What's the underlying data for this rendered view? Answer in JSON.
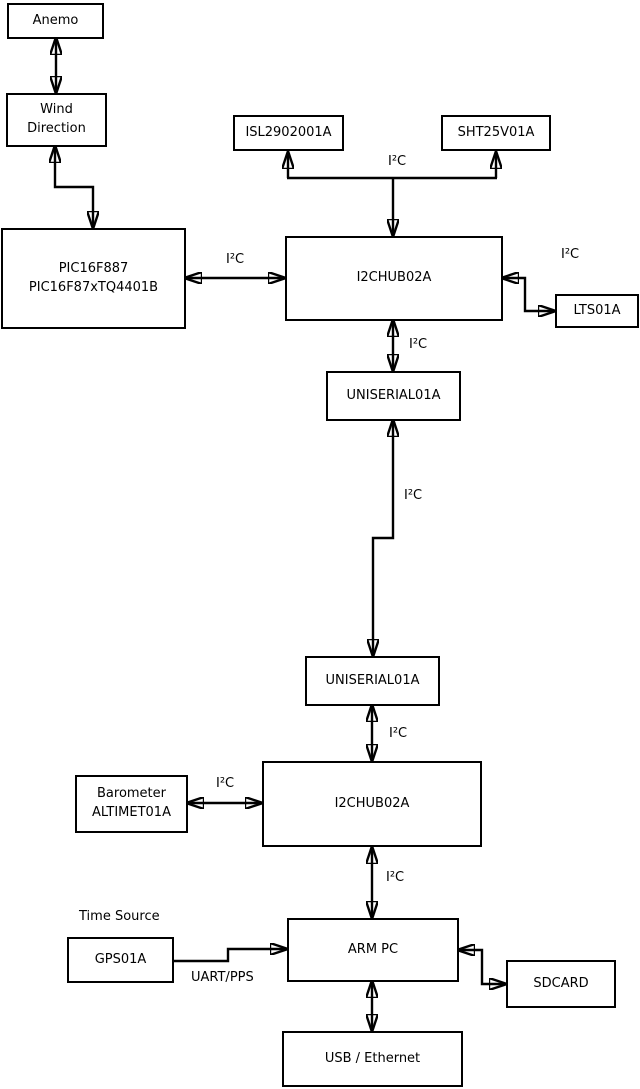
{
  "diagram": {
    "background": "#ffffff",
    "stroke_color": "#000000",
    "nodes": {
      "anemo": {
        "label": "Anemo"
      },
      "wind_direction": {
        "line1": "Wind",
        "line2": "Direction"
      },
      "pic": {
        "line1": "PIC16F887",
        "line2": "PIC16F87xTQ4401B"
      },
      "isl": {
        "label": "ISL2902001A"
      },
      "sht": {
        "label": "SHT25V01A"
      },
      "i2c_hub_upper": {
        "label": "I2CHUB02A"
      },
      "lts": {
        "label": "LTS01A"
      },
      "uniserial_upper": {
        "label": "UNISERIAL01A"
      },
      "uniserial_lower": {
        "label": "UNISERIAL01A"
      },
      "i2c_hub_lower": {
        "label": "I2CHUB02A"
      },
      "barometer": {
        "line1": "Barometer",
        "line2": "ALTIMET01A"
      },
      "gps": {
        "label": "GPS01A"
      },
      "arm_pc": {
        "label": "ARM PC"
      },
      "sdcard": {
        "label": "SDCARD"
      },
      "usb_ethernet": {
        "label": "USB / Ethernet"
      }
    },
    "edge_labels": {
      "i2c": "I²C",
      "uart_pps": "UART/PPS",
      "time_source": "Time Source"
    }
  }
}
